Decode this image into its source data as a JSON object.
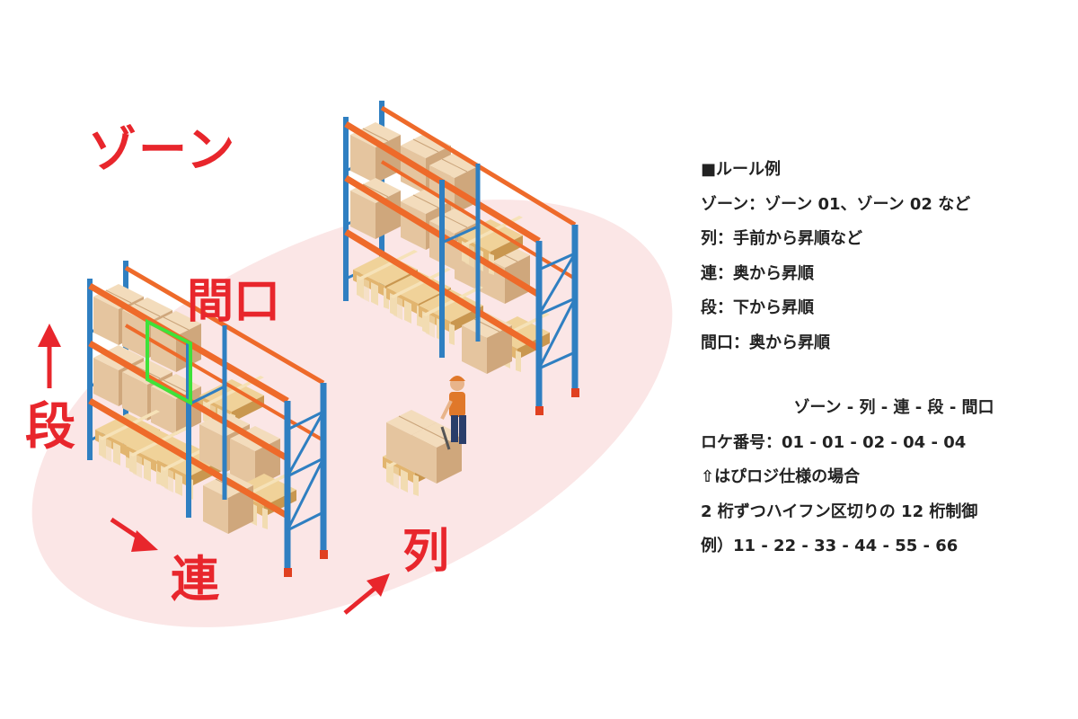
{
  "labels": {
    "zone": "ゾーン",
    "maguchi": "間口",
    "dan": "段",
    "ren": "連",
    "retsu": "列"
  },
  "rules": {
    "heading": "■ルール例",
    "items": [
      "ゾーン：ゾーン 01、ゾーン 02 など",
      "列：手前から昇順など",
      "連：奥から昇順",
      "段：下から昇順",
      "間口：奥から昇順"
    ]
  },
  "format": {
    "pattern": "ゾーン - 列 - 連 - 段 - 間口",
    "location_number": "ロケ番号：01 - 01 - 02 - 04 - 04",
    "note": "⇧はぴロジ仕様の場合",
    "spec": "2 桁ずつハイフン区切りの 12 桁制御",
    "example": "例）11 - 22 - 33 - 44 - 55 - 66"
  },
  "colors": {
    "label_red": "#e8262c",
    "floor_pink": "#fbe6e6",
    "rack_upright_blue": "#2f7fc1",
    "rack_beam_orange": "#ee6a2a",
    "box_tan": "#e8c9a2",
    "pallet_wood": "#e9c88c",
    "highlight_green": "#3ee23a"
  }
}
